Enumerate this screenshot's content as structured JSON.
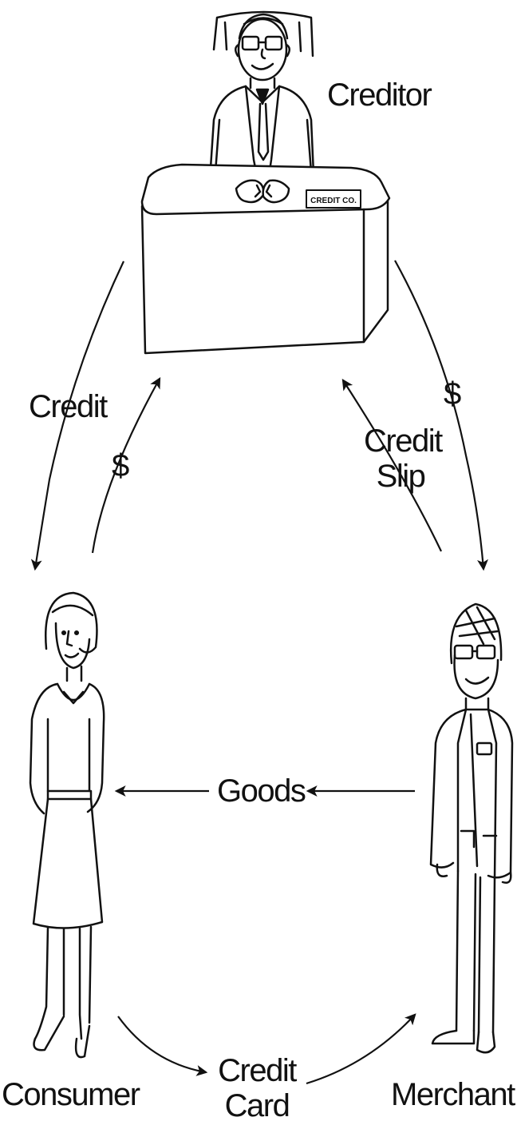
{
  "roles": {
    "creditor": "Creditor",
    "consumer": "Consumer",
    "merchant": "Merchant"
  },
  "desk_sign": "CREDIT CO.",
  "flows": {
    "creditor_to_consumer": "Credit",
    "consumer_to_creditor": "$",
    "merchant_to_creditor": [
      "Credit",
      "Slip"
    ],
    "creditor_to_merchant": "$",
    "merchant_to_consumer": "Goods",
    "consumer_to_merchant": [
      "Credit",
      "Card"
    ]
  },
  "colors": {
    "ink": "#111111",
    "paper": "#ffffff"
  }
}
